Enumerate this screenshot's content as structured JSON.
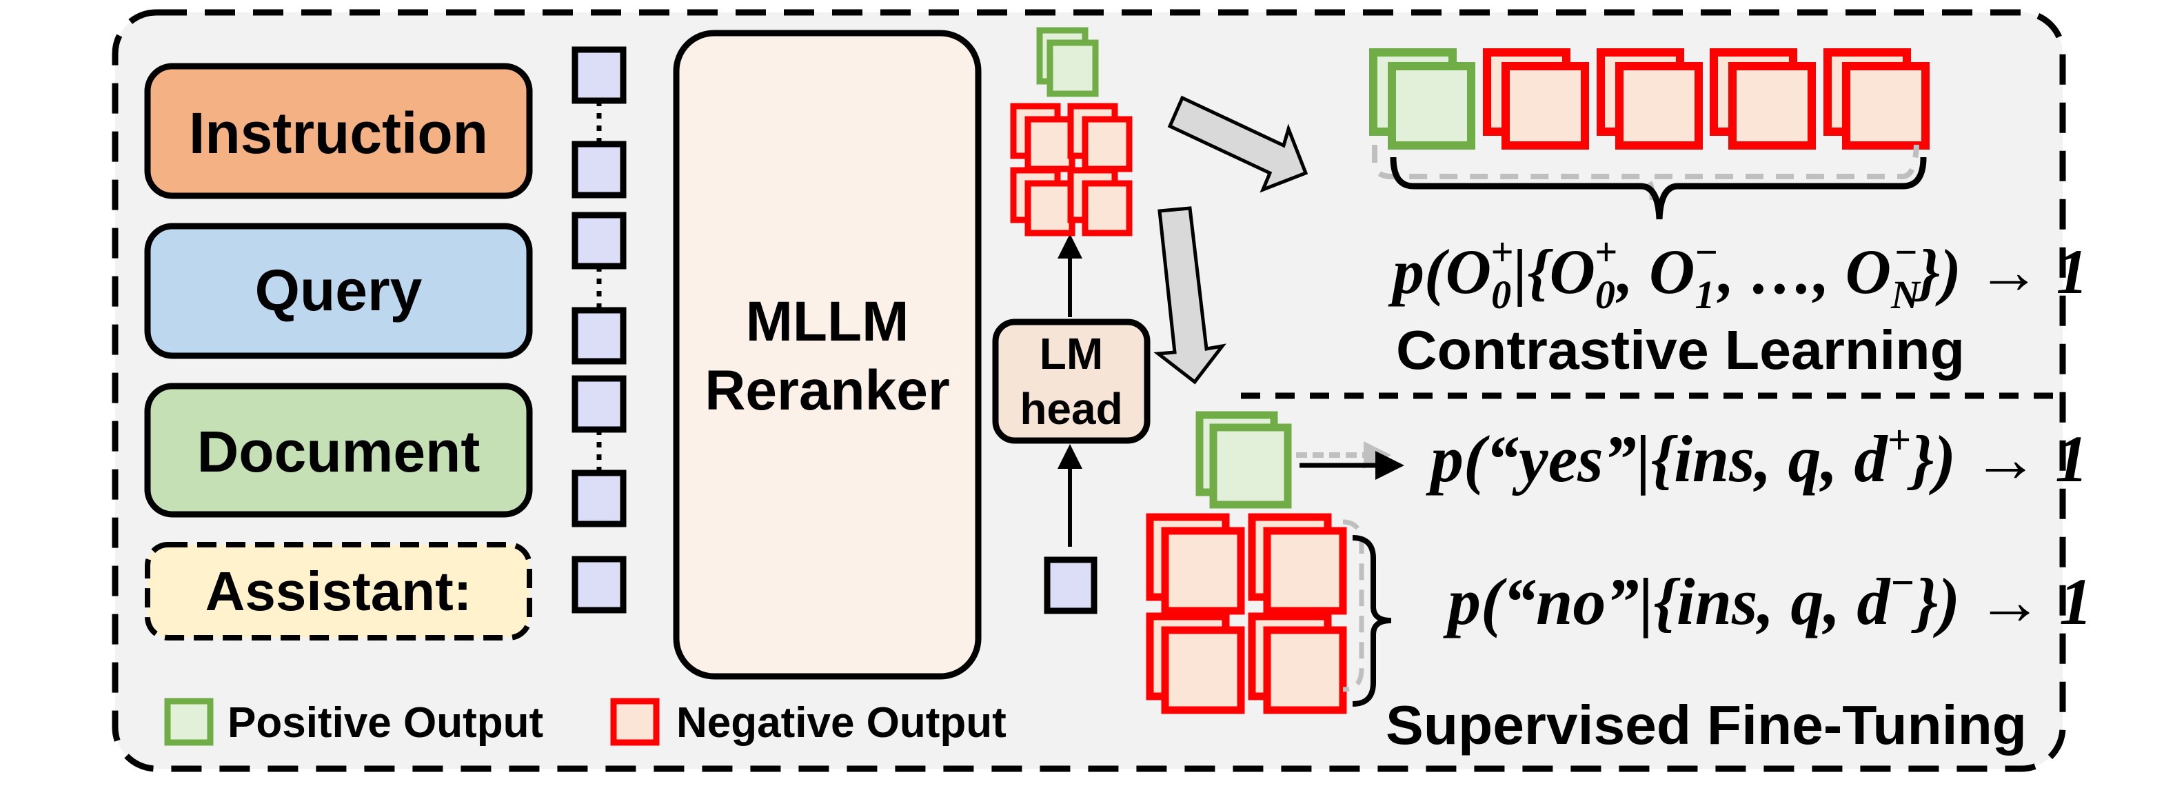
{
  "inputs": [
    {
      "label": "Instruction",
      "fill": "#F4B183"
    },
    {
      "label": "Query",
      "fill": "#BDD7EE"
    },
    {
      "label": "Document",
      "fill": "#C5E0B4"
    },
    {
      "label": "Assistant:",
      "fill": "#FFF2CC"
    }
  ],
  "model": {
    "line1": "MLLM",
    "line2": "Reranker"
  },
  "lm_head": {
    "line1": "LM",
    "line2": "head"
  },
  "contrastive": {
    "title": "Contrastive Learning",
    "formula": {
      "p": "p(",
      "o0": "O",
      "o0sub": "0",
      "o0sup": "+",
      "bar": "|{",
      "o1": "O",
      "o1sub": "0",
      "o1sup": "+",
      "c1": ", ",
      "o2": "O",
      "o2sub": "1",
      "o2sup": "−",
      "c2": ", …, ",
      "o3": "O",
      "o3sub": "N",
      "o3sup": "−",
      "close": "})",
      "arrow": " → 1"
    }
  },
  "sft": {
    "title": "Supervised Fine-Tuning",
    "formula_yes": {
      "p": "p(",
      "word": "“yes”",
      "rest": "|{ins, q, d",
      "sup": "+",
      "close": "})",
      "arrow": " → 1"
    },
    "formula_no": {
      "p": "p(",
      "word": "“no”",
      "rest": "|{ins, q, d",
      "sup": "−",
      "close": "})",
      "arrow": " → 1"
    }
  },
  "legend": {
    "positive": "Positive Output",
    "negative": "Negative Output"
  },
  "colors": {
    "background": "#F2F2F2",
    "token": "#DCDEF7",
    "model": "#FBF1E9",
    "lm_head": "#F6E4D6",
    "positive_stroke": "#70AD47",
    "positive_fill": "#E2F0D9",
    "negative_stroke": "#FF0000",
    "negative_fill": "#FBE5D6",
    "arrow_gray": "#D9D9D9"
  }
}
